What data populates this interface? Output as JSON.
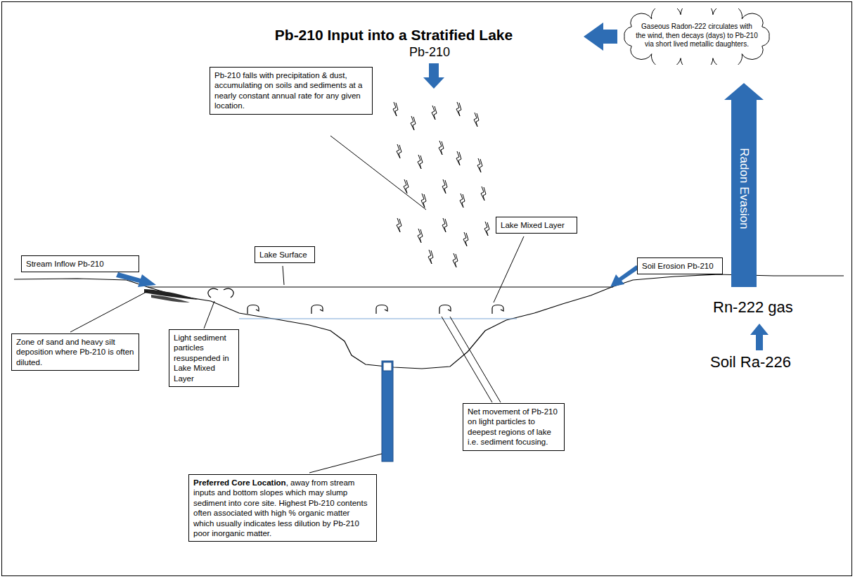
{
  "diagram": {
    "title": "Pb-210 Input into a Stratified Lake",
    "nodes": [
      {
        "text": [
          "Pb-210 falls with precipitation & dust, accumulating on soils and sediments at a nearly constant annual rate for any given location."
        ]
      },
      {
        "text": [
          "Gaseous Radon-222 circulates with the wind, then decays (days) to Pb-210 via short lived metallic daughters."
        ]
      },
      {
        "text": [
          "Lake Mixed Layer"
        ]
      },
      {
        "text": [
          "Stream Inflow Pb-210"
        ]
      },
      {
        "text": [
          "Lake Surface"
        ]
      },
      {
        "text": [
          "Soil Erosion Pb-210"
        ]
      },
      {
        "text": [
          "Zone of sand and heavy silt deposition where Pb-210 is often diluted."
        ]
      },
      {
        "text": [
          "Light sediment particles resuspended in Lake Mixed Layer"
        ]
      },
      {
        "text": [
          "Preferred Core Location",
          ", away from stream inputs and bottom slopes which may slump sediment into core site. Highest Pb-210 contents often associated with high % organic matter which usually indicates less dilution by Pb-210 poor inorganic matter."
        ]
      },
      {
        "text": [
          "Net movement of Pb-210 on light particles to deepest regions of lake i.e. sediment focusing."
        ]
      }
    ],
    "labels": [
      "Pb-210",
      "Radon Evasion",
      "Rn-222 gas",
      "Soil Ra-226"
    ]
  }
}
